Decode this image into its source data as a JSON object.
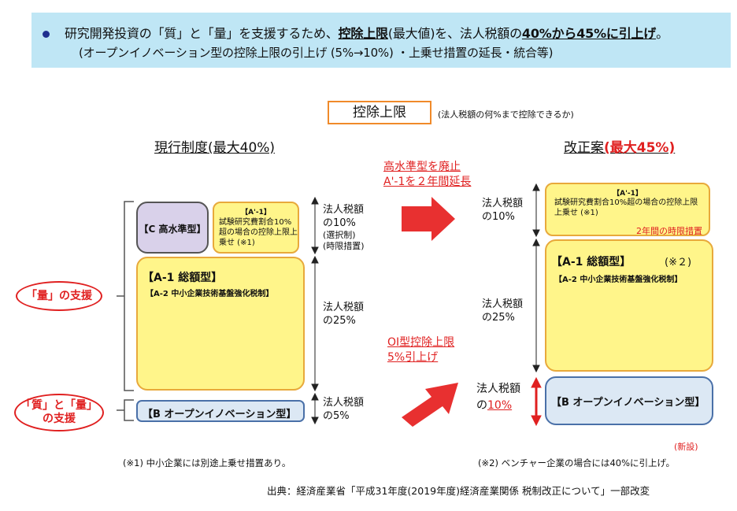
{
  "banner": {
    "line1_a": "研究開発投資の「質」と「量」を支援するため、",
    "line1_b": "控除上限",
    "line1_c": "(最大値)を、法人税額の",
    "line1_d": "40%から45%に引上げ",
    "line1_e": "。",
    "line2": "(オープンイノベーション型の控除上限の引上げ (5%→10%) ・上乗せ措置の延長・統合等)"
  },
  "title": {
    "label": "控除上限",
    "note": "(法人税額の何%まで控除できるか)"
  },
  "current": {
    "heading_a": "現行制度",
    "heading_b": "(最大40%)",
    "c_box": "【C 高水準型】",
    "a_prime_title": "【A'-1】",
    "a_prime_body": "試験研究費割合10%超の場合の控除上限上乗せ (※1)",
    "a1_title": "【A-1 総額型】",
    "a2_title": "【A-2 中小企業技術基盤強化税制】",
    "b_box": "【B オープンイノベーション型】",
    "label_top": [
      "法人税額",
      "の10%",
      "(選択制)",
      "(時限措置)"
    ],
    "label_mid": [
      "法人税額",
      "の25%"
    ],
    "label_bot": [
      "法人税額",
      "の5%"
    ]
  },
  "ovals": {
    "quantity": "「量」の支援",
    "quality_1": "「質」と「量」",
    "quality_2": "の支援"
  },
  "annotations": {
    "top_1": "高水準型を廃止",
    "top_2": "A'-1を２年間延長",
    "bot_1": "OI型控除上限",
    "bot_2": "5%引上げ"
  },
  "proposed": {
    "heading_a": "改正案",
    "heading_b": "(最大45%)",
    "a_prime_title": "【A'-1】",
    "a_prime_body": "試験研究費割合10%超の場合の控除上限上乗せ (※1)",
    "a_prime_note": "2年間の時限措置",
    "a1_title": "【A-1 総額型】",
    "a1_note": "(※２)",
    "a2_title": "【A-2 中小企業技術基盤強化税制】",
    "b_box": "【B オープンイノベーション型】",
    "label_top": [
      "法人税額",
      "の10%"
    ],
    "label_mid": [
      "法人税額",
      "の25%"
    ],
    "label_bot_a": "法人税額",
    "label_bot_b": "の",
    "label_bot_c": "10%",
    "new_tag": "(新設)"
  },
  "notes": {
    "note1": "(※1) 中小企業には別途上乗せ措置あり。",
    "note2": "(※2) ベンチャー企業の場合には40%に引上げ。",
    "source": "出典：経済産業省「平成31年度(2019年度)経済産業関係 税制改正について」一部改変"
  },
  "colors": {
    "banner_bg": "#bfe6f5",
    "accent_red": "#e02020",
    "title_border": "#f08a2a",
    "yellow_fill": "#fff58a",
    "purple_fill": "#d9d1ea",
    "blue_fill": "#dce8f4"
  }
}
